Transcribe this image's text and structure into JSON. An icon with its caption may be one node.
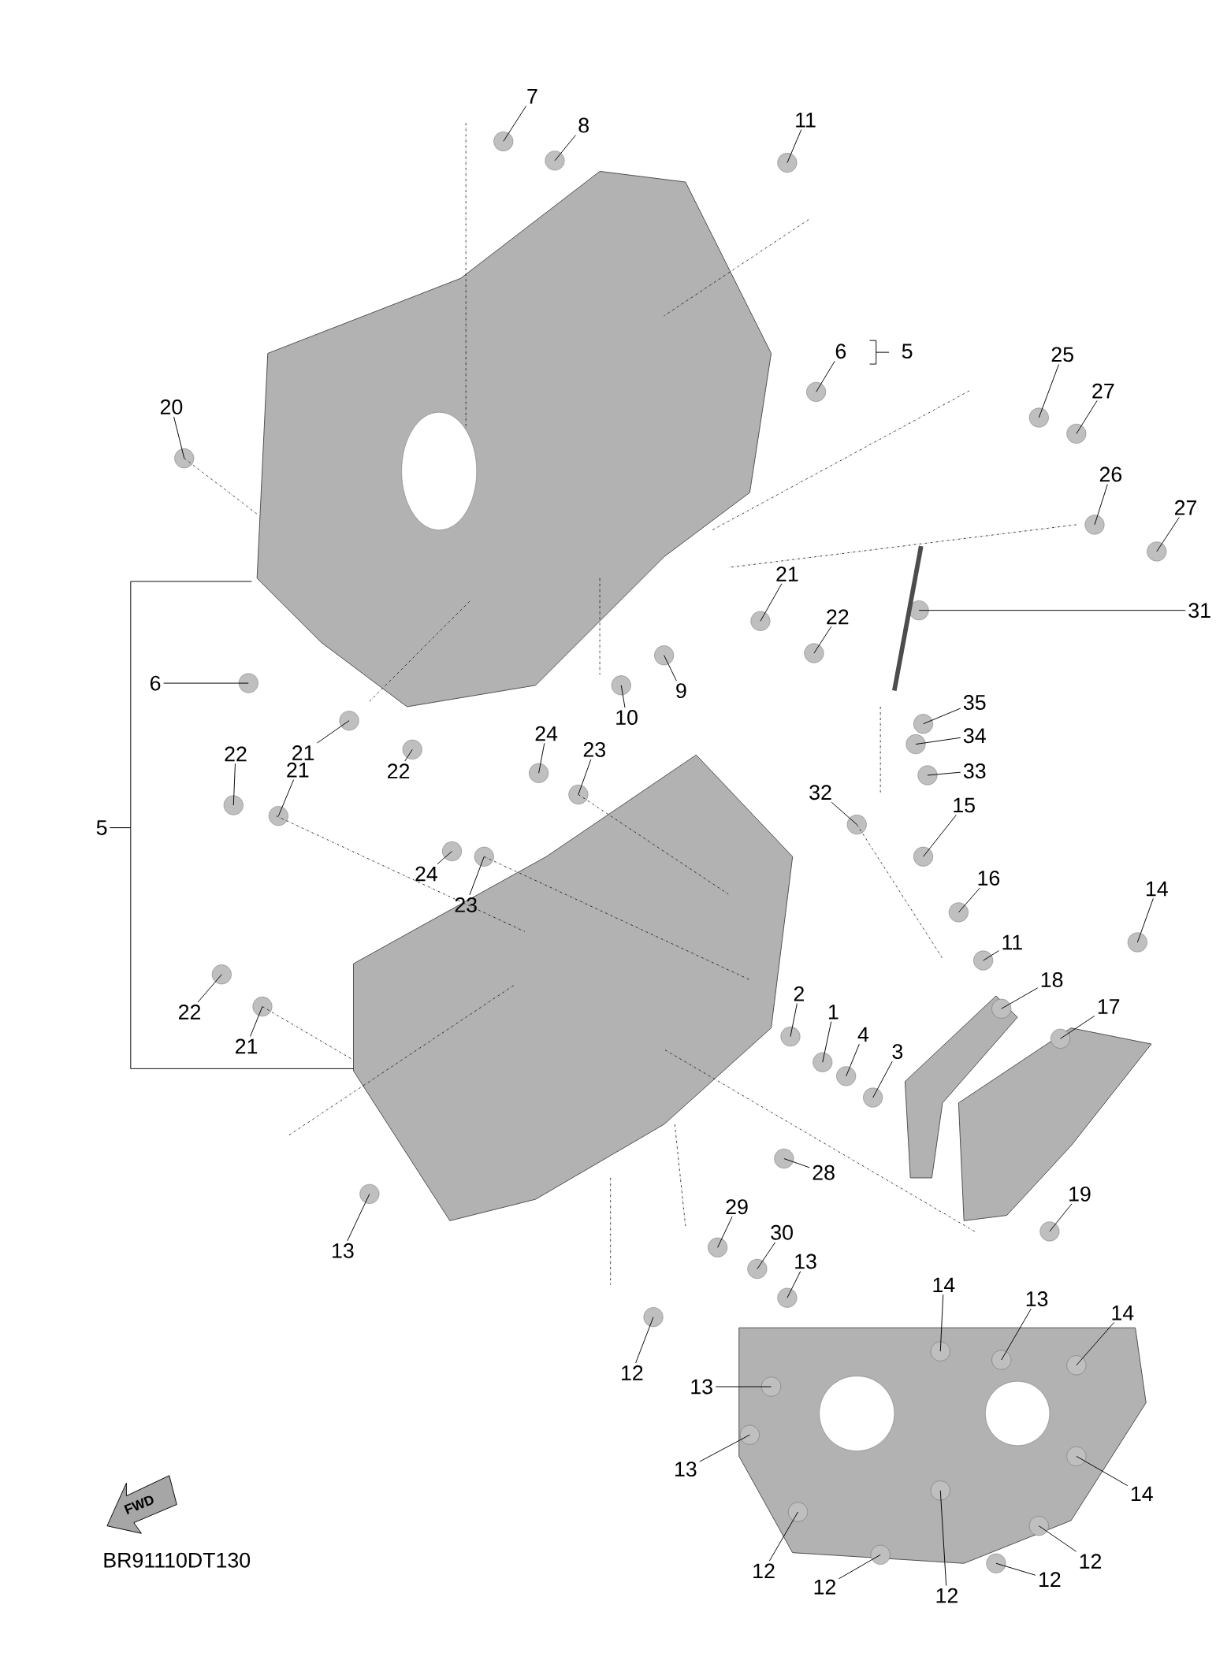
{
  "diagram": {
    "nodes": [
      {
        "text": [
          "7"
        ]
      },
      {
        "text": [
          "8"
        ]
      },
      {
        "text": [
          "11"
        ]
      },
      {
        "text": [
          "6"
        ]
      },
      {
        "text": [
          "25"
        ]
      },
      {
        "text": [
          "27"
        ]
      },
      {
        "text": [
          "20"
        ]
      },
      {
        "text": [
          "26"
        ]
      },
      {
        "text": [
          "27"
        ]
      },
      {
        "text": [
          "31"
        ]
      },
      {
        "text": [
          "21"
        ]
      },
      {
        "text": [
          "22"
        ]
      },
      {
        "text": [
          "6"
        ]
      },
      {
        "text": [
          "9"
        ]
      },
      {
        "text": [
          "10"
        ]
      },
      {
        "text": [
          "35"
        ]
      },
      {
        "text": [
          "34"
        ]
      },
      {
        "text": [
          "33"
        ]
      },
      {
        "text": [
          "21"
        ]
      },
      {
        "text": [
          "22"
        ]
      },
      {
        "text": [
          "24"
        ]
      },
      {
        "text": [
          "23"
        ]
      },
      {
        "text": [
          "22"
        ]
      },
      {
        "text": [
          "21"
        ]
      },
      {
        "text": [
          "32"
        ]
      },
      {
        "text": [
          "15"
        ]
      },
      {
        "text": [
          "24"
        ]
      },
      {
        "text": [
          "23"
        ]
      },
      {
        "text": [
          "16"
        ]
      },
      {
        "text": [
          "14"
        ]
      },
      {
        "text": [
          "11"
        ]
      },
      {
        "text": [
          "18"
        ]
      },
      {
        "text": [
          "22"
        ]
      },
      {
        "text": [
          "21"
        ]
      },
      {
        "text": [
          "2"
        ]
      },
      {
        "text": [
          "1"
        ]
      },
      {
        "text": [
          "17"
        ]
      },
      {
        "text": [
          "4"
        ]
      },
      {
        "text": [
          "3"
        ]
      },
      {
        "text": [
          "28"
        ]
      },
      {
        "text": [
          "19"
        ]
      },
      {
        "text": [
          "29"
        ]
      },
      {
        "text": [
          "13"
        ]
      },
      {
        "text": [
          "30"
        ]
      },
      {
        "text": [
          "13"
        ]
      },
      {
        "text": [
          "14"
        ]
      },
      {
        "text": [
          "13"
        ]
      },
      {
        "text": [
          "14"
        ]
      },
      {
        "text": [
          "12"
        ]
      },
      {
        "text": [
          "13"
        ]
      },
      {
        "text": [
          "13"
        ]
      },
      {
        "text": [
          "14"
        ]
      },
      {
        "text": [
          "12"
        ]
      },
      {
        "text": [
          "12"
        ]
      },
      {
        "text": [
          "12"
        ]
      },
      {
        "text": [
          "12"
        ]
      },
      {
        "text": [
          "12"
        ]
      },
      {
        "text": [
          "5"
        ]
      }
    ],
    "edges": [
      {
        "from": 0,
        "to": null,
        "arrow": "none"
      },
      {
        "from": 1,
        "to": null,
        "arrow": "none"
      },
      {
        "from": 2,
        "to": null,
        "arrow": "none"
      },
      {
        "from": 3,
        "to": null,
        "arrow": "none"
      },
      {
        "from": 4,
        "to": null,
        "arrow": "none"
      },
      {
        "from": 5,
        "to": null,
        "arrow": "none"
      },
      {
        "from": 6,
        "to": null,
        "arrow": "none"
      },
      {
        "from": 7,
        "to": null,
        "arrow": "none"
      },
      {
        "from": 8,
        "to": null,
        "arrow": "none"
      },
      {
        "from": 9,
        "to": null,
        "arrow": "none"
      },
      {
        "from": 10,
        "to": null,
        "arrow": "none"
      },
      {
        "from": 11,
        "to": null,
        "arrow": "none"
      },
      {
        "from": 12,
        "to": null,
        "arrow": "none"
      },
      {
        "from": 13,
        "to": null,
        "arrow": "none"
      },
      {
        "from": 14,
        "to": null,
        "arrow": "none"
      },
      {
        "from": 15,
        "to": null,
        "arrow": "none"
      },
      {
        "from": 16,
        "to": null,
        "arrow": "none"
      },
      {
        "from": 17,
        "to": null,
        "arrow": "none"
      },
      {
        "from": 18,
        "to": null,
        "arrow": "none"
      },
      {
        "from": 19,
        "to": null,
        "arrow": "none"
      },
      {
        "from": 20,
        "to": null,
        "arrow": "none"
      },
      {
        "from": 21,
        "to": null,
        "arrow": "none"
      },
      {
        "from": 22,
        "to": null,
        "arrow": "none"
      },
      {
        "from": 23,
        "to": null,
        "arrow": "none"
      },
      {
        "from": 24,
        "to": null,
        "arrow": "none"
      },
      {
        "from": 25,
        "to": null,
        "arrow": "none"
      },
      {
        "from": 26,
        "to": null,
        "arrow": "none"
      },
      {
        "from": 27,
        "to": null,
        "arrow": "none"
      },
      {
        "from": 28,
        "to": null,
        "arrow": "none"
      },
      {
        "from": 29,
        "to": null,
        "arrow": "none"
      },
      {
        "from": 30,
        "to": null,
        "arrow": "none"
      },
      {
        "from": 31,
        "to": null,
        "arrow": "none"
      },
      {
        "from": 32,
        "to": null,
        "arrow": "none"
      },
      {
        "from": 33,
        "to": null,
        "arrow": "none"
      },
      {
        "from": 34,
        "to": null,
        "arrow": "none"
      },
      {
        "from": 35,
        "to": null,
        "arrow": "none"
      },
      {
        "from": 36,
        "to": null,
        "arrow": "none"
      },
      {
        "from": 37,
        "to": null,
        "arrow": "none"
      },
      {
        "from": 38,
        "to": null,
        "arrow": "none"
      },
      {
        "from": 39,
        "to": null,
        "arrow": "none"
      },
      {
        "from": 40,
        "to": null,
        "arrow": "none"
      },
      {
        "from": 41,
        "to": null,
        "arrow": "none"
      },
      {
        "from": 42,
        "to": null,
        "arrow": "none"
      },
      {
        "from": 43,
        "to": null,
        "arrow": "none"
      },
      {
        "from": 44,
        "to": null,
        "arrow": "none"
      },
      {
        "from": 45,
        "to": null,
        "arrow": "none"
      },
      {
        "from": 46,
        "to": null,
        "arrow": "none"
      },
      {
        "from": 47,
        "to": null,
        "arrow": "none"
      },
      {
        "from": 48,
        "to": null,
        "arrow": "none"
      },
      {
        "from": 49,
        "to": null,
        "arrow": "none"
      },
      {
        "from": 50,
        "to": null,
        "arrow": "none"
      },
      {
        "from": 51,
        "to": null,
        "arrow": "none"
      },
      {
        "from": 52,
        "to": null,
        "arrow": "none"
      },
      {
        "from": 53,
        "to": null,
        "arrow": "none"
      },
      {
        "from": 54,
        "to": null,
        "arrow": "none"
      },
      {
        "from": 55,
        "to": null,
        "arrow": "none"
      },
      {
        "from": 56,
        "to": null,
        "arrow": "none"
      },
      {
        "from": 57,
        "to": null,
        "arrow": "none"
      },
      {
        "from": 57,
        "to": null,
        "arrow": "none"
      }
    ],
    "labels": [
      "5",
      "FWD",
      "BR91110DT130"
    ]
  }
}
